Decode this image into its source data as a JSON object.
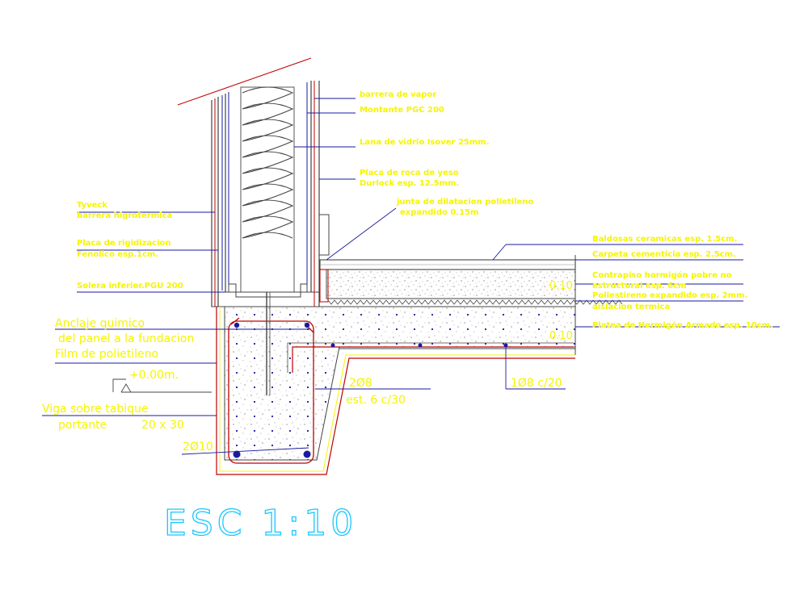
{
  "drawing": {
    "scale_label": "ESC 1:10",
    "colors": {
      "background": "#ffffff",
      "label_text": "#f5f500",
      "leader_lines": "#1a1aa0",
      "outline": "#c00000",
      "concrete_outline": "#f5f500",
      "scale_text": "#19c8ff",
      "rebar": "#1a1aa0"
    },
    "labels": {
      "barrera_vapor": "barrera de vapor",
      "montante": "Montante PGC 200",
      "lana_vidrio": "Lana de vidrio Isover 25mm.",
      "placa_roca_1": "Placa de roca de yeso",
      "placa_roca_2": "Durlock esp. 12.5mm.",
      "junta_1": "junta de dilatacion polietileno",
      "junta_2": "expandido 0.15m",
      "tyvek_1": "Tyveck",
      "tyvek_2": "barrera higrotermica",
      "placa_rig_1": "Placa de rigidizacion",
      "placa_rig_2": "Fenolico esp.1cm.",
      "solera": "Solera inferior.PGU 200",
      "baldosas": "Baldosas ceramicas esp. 1.5cm.",
      "carpeta": "Carpeta cementicia esp. 2.5cm.",
      "contrapiso_1": "Contrapiso hormigón pobre no",
      "contrapiso_2": "estructural esp. 6cm",
      "poliestireno": "Poliestireno expandido esp. 2mm.",
      "aislacion": "aislacion termica",
      "platea": "Platea de Hormigón Armado esp. 10cm.",
      "anclaje_1": "Anclaje quimico",
      "anclaje_2": "del panel a la fundacion",
      "film": "Film de polietileno",
      "nivel": "+0.00m.",
      "viga_1": "Viga sobre tabique",
      "viga_2": "portante",
      "viga_dim": "20 x 30",
      "bar_2d10": "2Ø10",
      "bar_2d8": "2Ø8",
      "est": "est. 6 c/30",
      "bar_1d8": "1Ø8 c/20",
      "thk_010": "0.10",
      "thk_010b": "0.10"
    }
  }
}
